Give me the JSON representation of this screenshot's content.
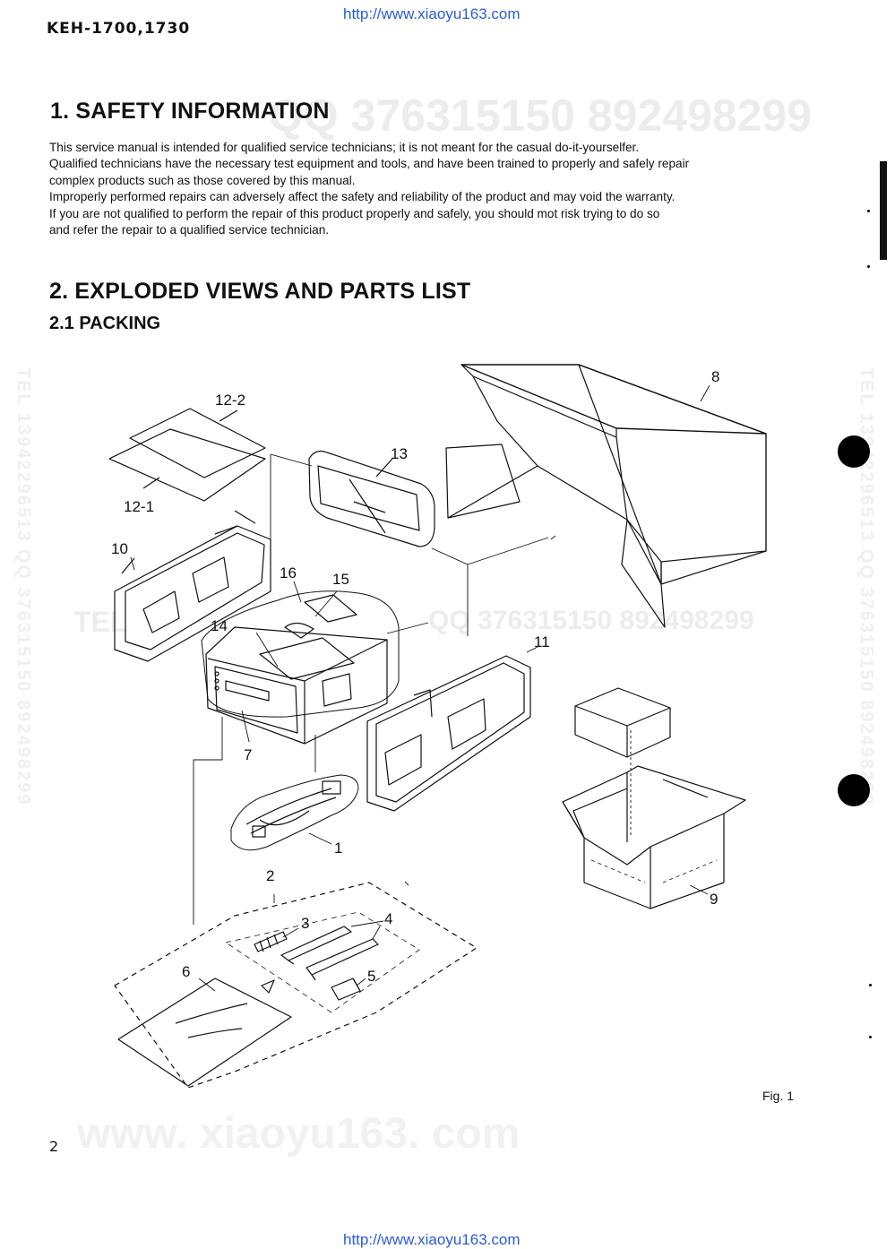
{
  "watermarks": {
    "url_top": "http://www.xiaoyu163.com",
    "url_bottom": "http://www.xiaoyu163.com",
    "header_bg": "QQ 376315150   892498299",
    "mid_bg": "QQ 376315150 892498299",
    "mid_tel": "TEL",
    "bottom_bg": "www. xiaoyu163. com",
    "side_left": "TEL 13942296513 QQ 376315150 892498299",
    "side_right": "TEL 13942296513 QQ 376315150 892498299"
  },
  "header": {
    "model": "KEH-1700,1730"
  },
  "safety": {
    "title": "1. SAFETY INFORMATION",
    "lines": [
      "This service manual is intended for qualified service technicians; it is not meant for the casual do-it-yourselfer.",
      "Qualified technicians have the necessary test equipment and tools, and have been trained to properly and safely repair",
      "complex products such as those covered by this manual.",
      "Improperly performed repairs can adversely affect the safety and reliability of the product and may void the warranty.",
      "If you are not qualified to perform the repair of this product properly and safely, you should mot risk trying to do so",
      "and refer the repair to a qualified service technician."
    ]
  },
  "exploded": {
    "title": "2. EXPLODED VIEWS AND PARTS LIST",
    "subtitle": "2.1 PACKING"
  },
  "diagram": {
    "callouts": [
      "12-2",
      "12-1",
      "13",
      "8",
      "10",
      "16",
      "15",
      "14",
      "11",
      "7",
      "1",
      "2",
      "3",
      "4",
      "5",
      "6",
      "9"
    ]
  },
  "figure_label": "Fig. 1",
  "page_number": "2"
}
